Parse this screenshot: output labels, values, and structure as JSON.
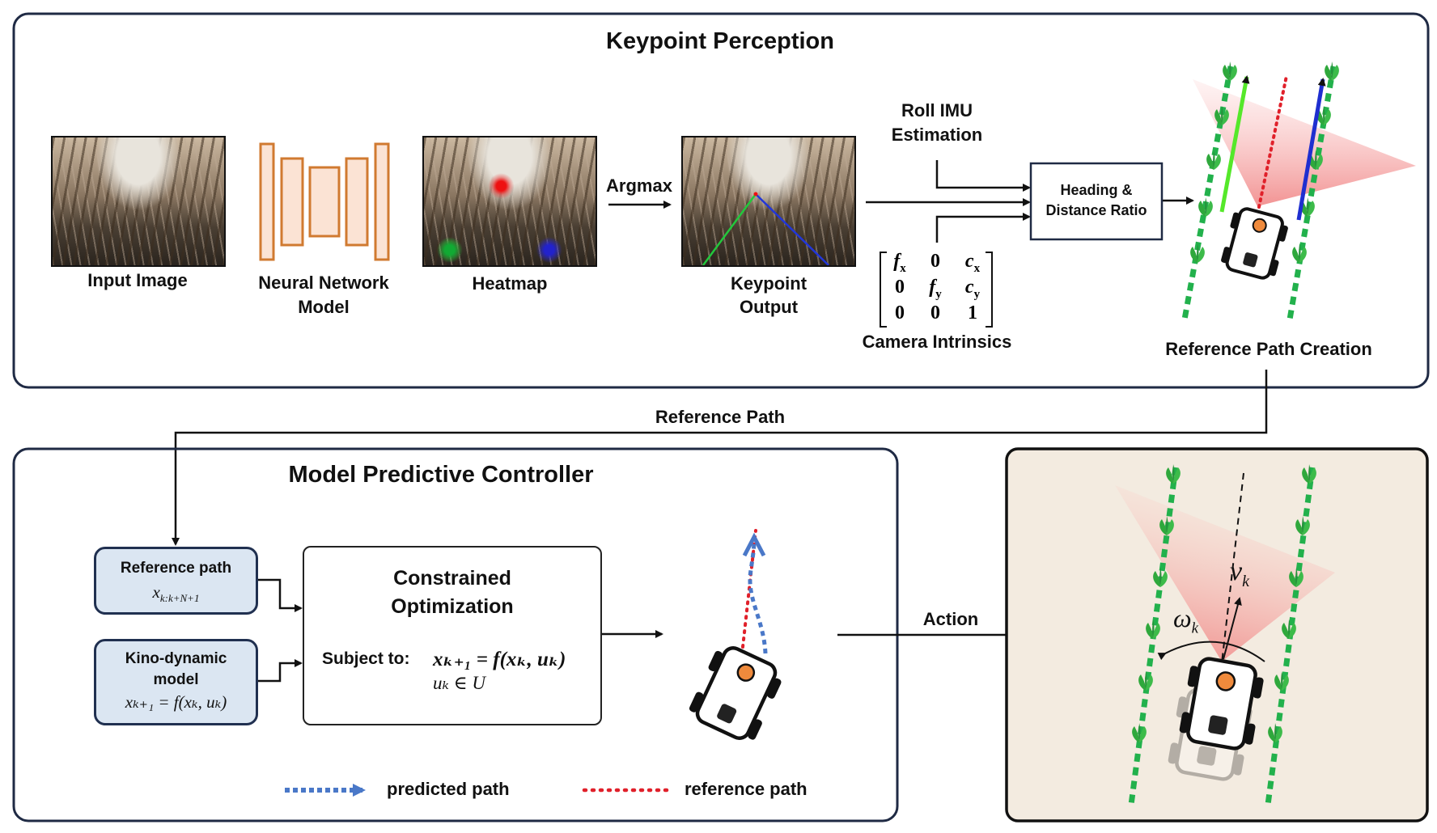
{
  "panels": {
    "perception_title": "Keypoint Perception",
    "mpc_title": "Model Predictive Controller"
  },
  "perception": {
    "input_image_label": "Input Image",
    "nn_label_line1": "Neural Network",
    "nn_label_line2": "Model",
    "heatmap_label": "Heatmap",
    "argmax_label": "Argmax",
    "keypoint_label_line1": "Keypoint",
    "keypoint_label_line2": "Output",
    "roll_imu_line1": "Roll IMU",
    "roll_imu_line2": "Estimation",
    "heading_line1": "Heading &",
    "heading_line2": "Distance Ratio",
    "camera_intrinsics_label": "Camera Intrinsics",
    "matrix": {
      "r1c1": "f",
      "r1c1_sub": "x",
      "r1c2": "0",
      "r1c3": "c",
      "r1c3_sub": "x",
      "r2c1": "0",
      "r2c2": "f",
      "r2c2_sub": "y",
      "r2c3": "c",
      "r2c3_sub": "y",
      "r3c1": "0",
      "r3c2": "0",
      "r3c3": "1"
    },
    "reference_path_creation_label": "Reference Path Creation"
  },
  "links": {
    "reference_path_label": "Reference Path",
    "action_label": "Action"
  },
  "mpc": {
    "ref_path_box_title": "Reference path",
    "ref_path_math": "x",
    "ref_path_math_sub": "k:k+N+1",
    "kino_box_line1": "Kino-dynamic",
    "kino_box_line2": "model",
    "kino_math": "xₖ₊₁ = f(xₖ, uₖ)",
    "opt_title_line1": "Constrained",
    "opt_title_line2": "Optimization",
    "subject_to_label": "Subject to:",
    "constraint1": "xₖ₊₁ = f(xₖ, uₖ)",
    "constraint2": "uₖ ∈ U"
  },
  "legend": {
    "predicted_label": "predicted path",
    "reference_label": "reference path",
    "predicted_color": "#4a78c8",
    "reference_color": "#e0202a"
  },
  "action_panel": {
    "v_label": "v",
    "v_sub": "k",
    "w_label": "ω",
    "w_sub": "k"
  },
  "colors": {
    "frame": "#1f2a44",
    "nn_orange": "#d07a30",
    "nn_fill": "#fbe3d4",
    "pill_fill": "#dbe6f2",
    "crop_green": "#22b14c",
    "action_bg": "#f3ebe0",
    "robot_dot": "#ef8a3c"
  }
}
